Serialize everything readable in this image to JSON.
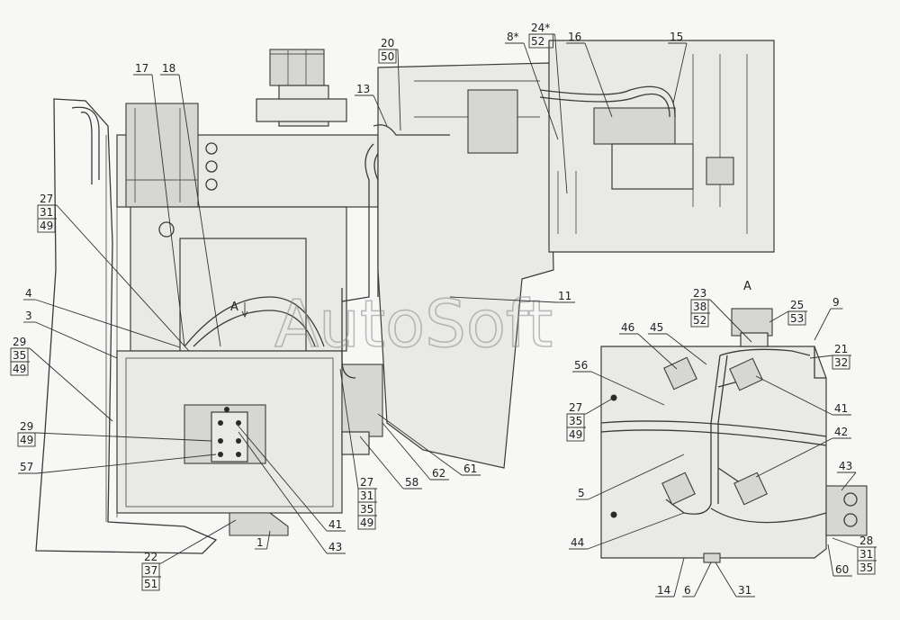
{
  "watermark": "AutoSoft",
  "view_label": "A",
  "view_marker": "A",
  "callouts": [
    {
      "id": "c17",
      "lines": [
        "17"
      ]
    },
    {
      "id": "c18",
      "lines": [
        "18"
      ]
    },
    {
      "id": "c20",
      "lines": [
        "20",
        "50"
      ]
    },
    {
      "id": "c13",
      "lines": [
        "13"
      ]
    },
    {
      "id": "c8",
      "lines": [
        "8*"
      ]
    },
    {
      "id": "c24",
      "lines": [
        "24*",
        "52"
      ]
    },
    {
      "id": "c16",
      "lines": [
        "16"
      ]
    },
    {
      "id": "c15",
      "lines": [
        "15"
      ]
    },
    {
      "id": "c27a",
      "lines": [
        "27",
        "31",
        "49"
      ]
    },
    {
      "id": "c4",
      "lines": [
        "4"
      ]
    },
    {
      "id": "c3",
      "lines": [
        "3"
      ]
    },
    {
      "id": "c29a",
      "lines": [
        "29",
        "35",
        "49"
      ]
    },
    {
      "id": "c29b",
      "lines": [
        "29",
        "49"
      ]
    },
    {
      "id": "c57",
      "lines": [
        "57"
      ]
    },
    {
      "id": "c22",
      "lines": [
        "22",
        "37",
        "51"
      ]
    },
    {
      "id": "c1",
      "lines": [
        "1"
      ]
    },
    {
      "id": "c41a",
      "lines": [
        "41"
      ]
    },
    {
      "id": "c43a",
      "lines": [
        "43"
      ]
    },
    {
      "id": "c27b",
      "lines": [
        "27",
        "31",
        "35",
        "49"
      ]
    },
    {
      "id": "c58",
      "lines": [
        "58"
      ]
    },
    {
      "id": "c62",
      "lines": [
        "62"
      ]
    },
    {
      "id": "c61",
      "lines": [
        "61"
      ]
    },
    {
      "id": "c11",
      "lines": [
        "11"
      ]
    },
    {
      "id": "c23",
      "lines": [
        "23",
        "38",
        "52"
      ]
    },
    {
      "id": "c25",
      "lines": [
        "25",
        "53"
      ]
    },
    {
      "id": "c9",
      "lines": [
        "9"
      ]
    },
    {
      "id": "c46",
      "lines": [
        "46"
      ]
    },
    {
      "id": "c45",
      "lines": [
        "45"
      ]
    },
    {
      "id": "c21",
      "lines": [
        "21",
        "32"
      ]
    },
    {
      "id": "c56",
      "lines": [
        "56"
      ]
    },
    {
      "id": "c27c",
      "lines": [
        "27",
        "35",
        "49"
      ]
    },
    {
      "id": "c41b",
      "lines": [
        "41"
      ]
    },
    {
      "id": "c42",
      "lines": [
        "42"
      ]
    },
    {
      "id": "c43b",
      "lines": [
        "43"
      ]
    },
    {
      "id": "c5",
      "lines": [
        "5"
      ]
    },
    {
      "id": "c44",
      "lines": [
        "44"
      ]
    },
    {
      "id": "c28",
      "lines": [
        "28",
        "31",
        "35"
      ]
    },
    {
      "id": "c14",
      "lines": [
        "14"
      ]
    },
    {
      "id": "c6",
      "lines": [
        "6"
      ]
    },
    {
      "id": "c31",
      "lines": [
        "31"
      ]
    },
    {
      "id": "c60",
      "lines": [
        "60"
      ]
    }
  ]
}
